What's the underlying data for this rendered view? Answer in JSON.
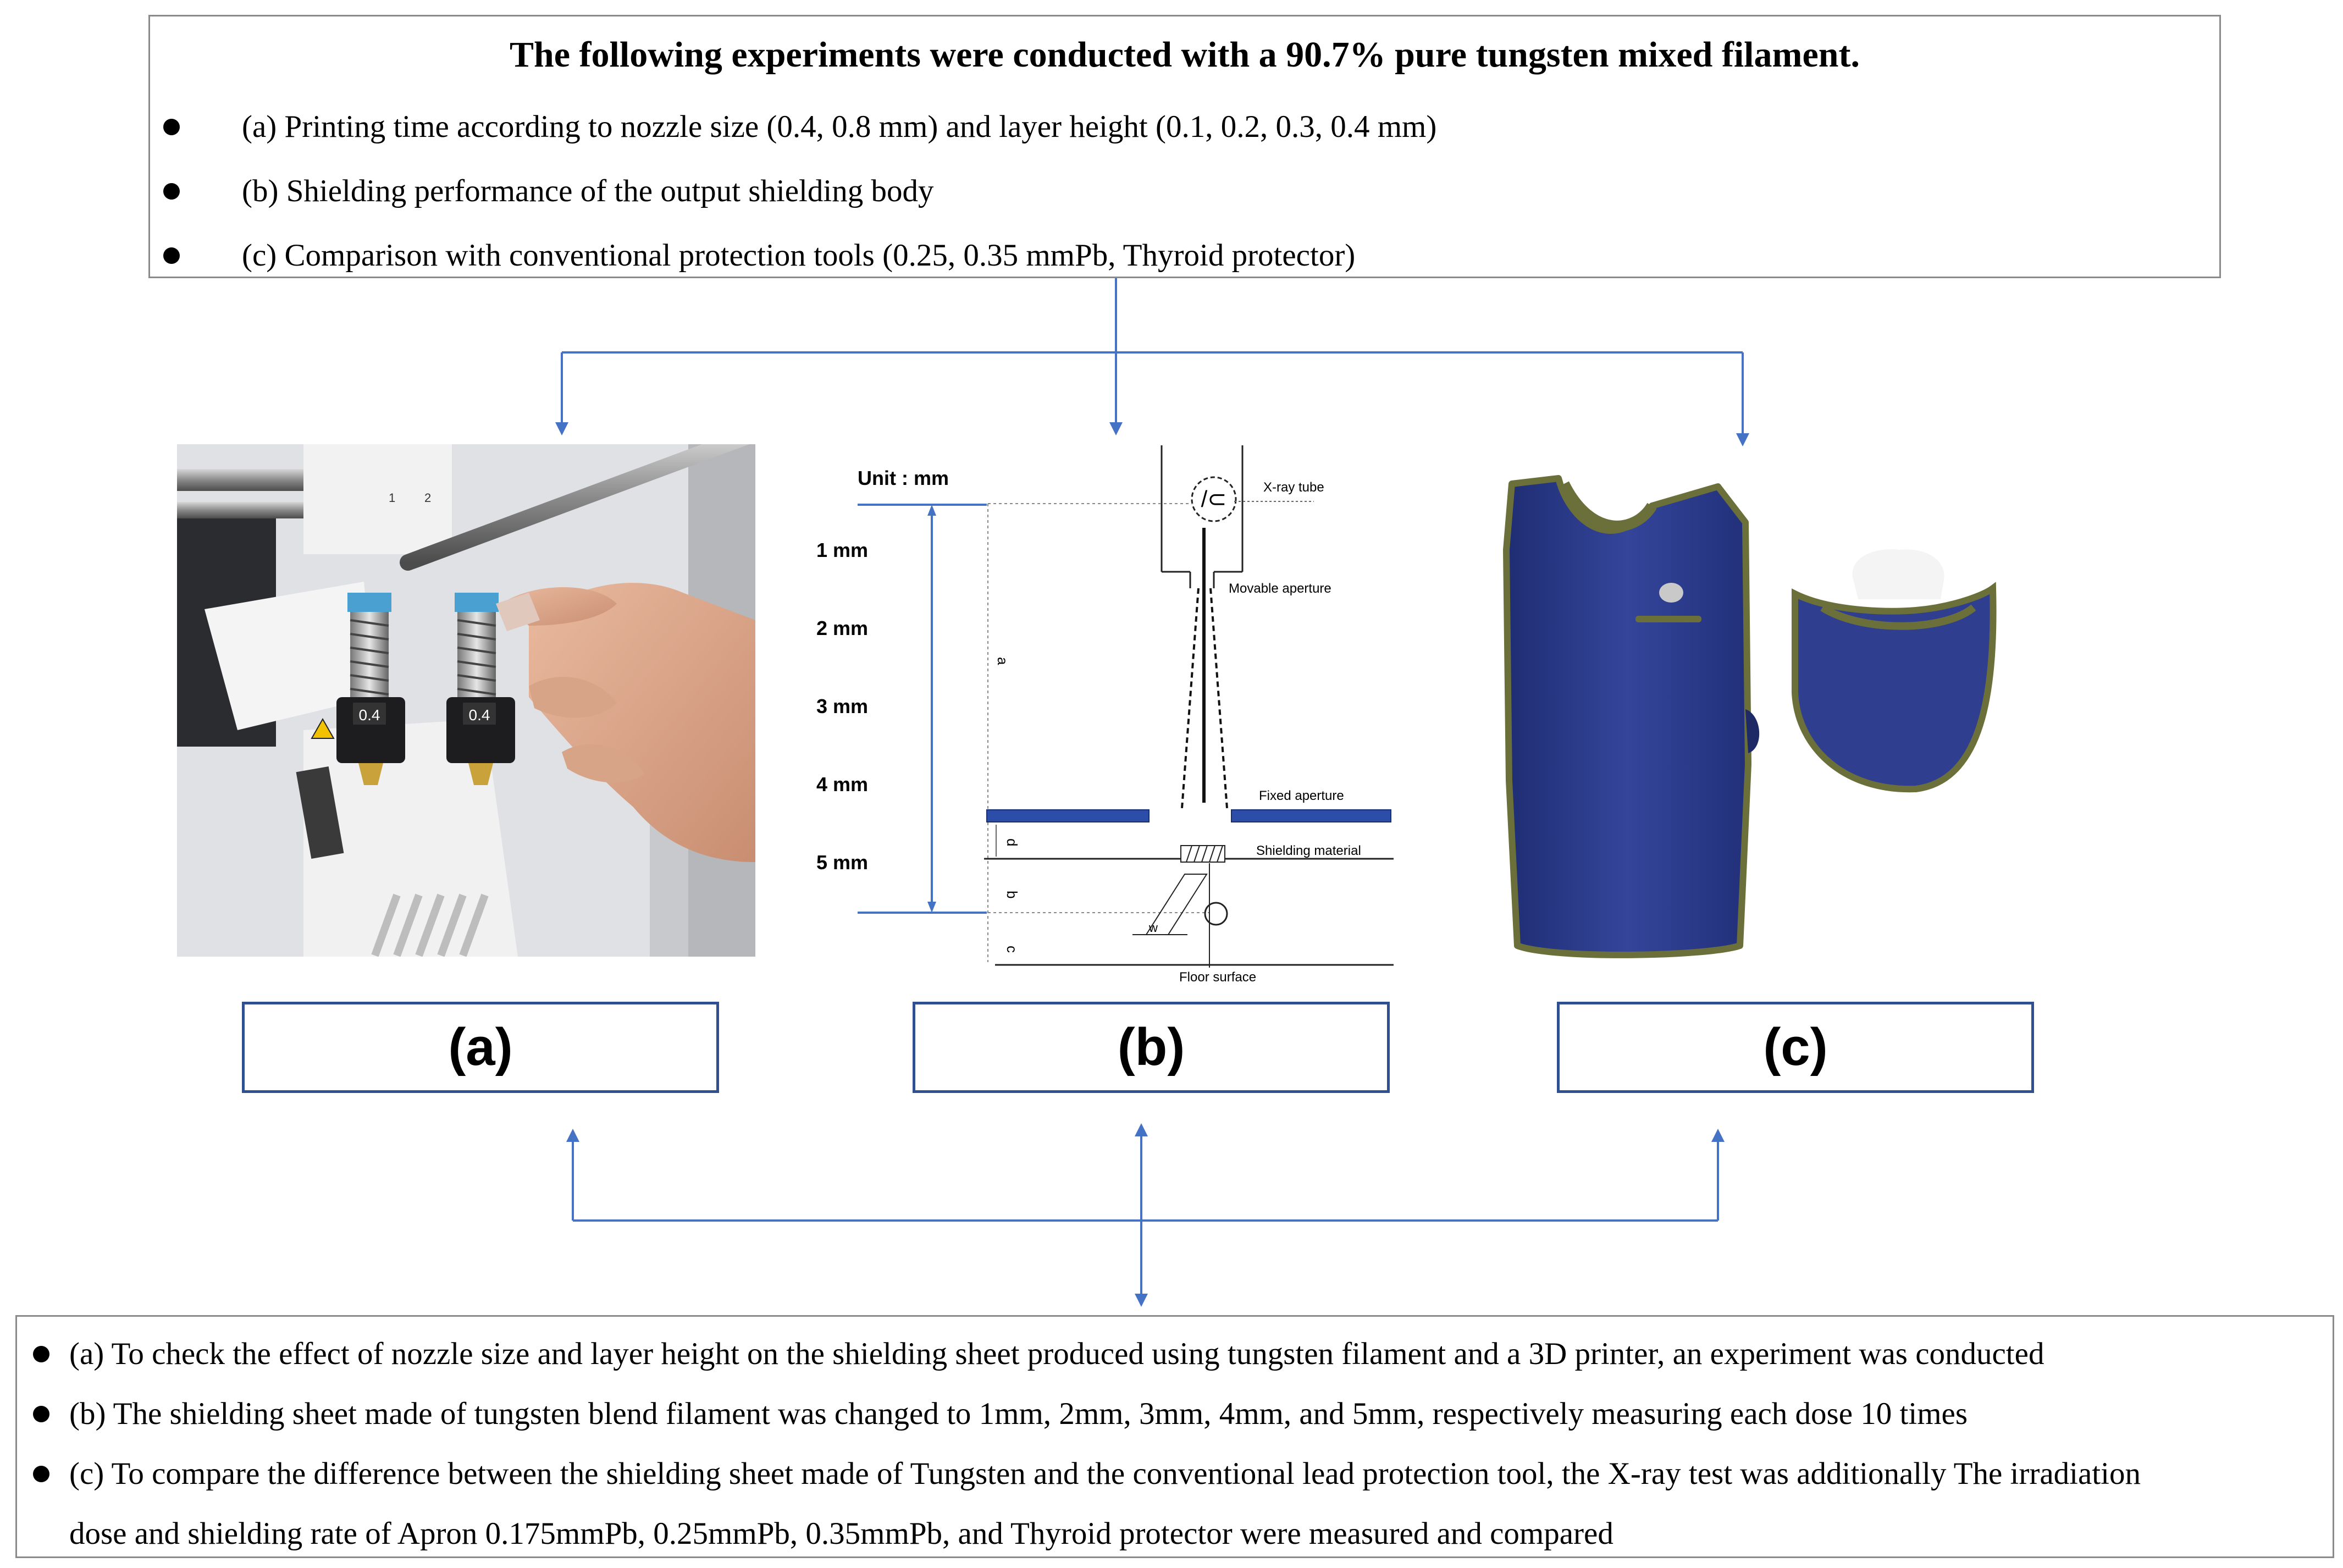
{
  "top": {
    "title": "The following experiments were conducted with a 90.7% pure tungsten mixed filament.",
    "items": [
      "(a)  Printing time according to nozzle size (0.4, 0.8 mm) and layer height (0.1, 0.2, 0.3, 0.4 mm)",
      "(b)  Shielding performance of the output shielding body",
      "(c)  Comparison with conventional protection tools (0.25, 0.35 mmPb, Thyroid protector)"
    ]
  },
  "panel_a": {
    "nozzle_labels": [
      "0.4",
      "0.4"
    ],
    "carriage_marks": [
      "1",
      "2"
    ]
  },
  "panel_b": {
    "unit": "Unit : mm",
    "thickness_labels": [
      "1 mm",
      "2 mm",
      "3 mm",
      "4 mm",
      "5 mm"
    ],
    "xray_tube": "X-ray tube",
    "movable_aperture": "Movable aperture",
    "fixed_aperture": "Fixed aperture",
    "shielding_material": "Shielding material",
    "floor_surface": "Floor surface",
    "dim_a": "a",
    "dim_b": "b",
    "dim_c": "c",
    "dim_d": "d",
    "dim_w": "w"
  },
  "labels": {
    "a": "(a)",
    "b": "(b)",
    "c": "(c)"
  },
  "bottom": {
    "item1": "(a) To check the effect of nozzle size and layer height on the shielding sheet produced using tungsten filament and a 3D printer, an experiment was conducted",
    "item2": "(b) The shielding sheet made of tungsten blend filament was changed to 1mm, 2mm, 3mm, 4mm, and 5mm, respectively measuring each dose 10 times",
    "item3_line1": "(c) To compare the difference between the shielding sheet made of Tungsten and the conventional lead protection tool, the X-ray test was additionally The irradiation",
    "item3_line2": "dose and shielding rate of Apron 0.175mmPb, 0.25mmPb, 0.35mmPb, and Thyroid protector were measured and compared"
  },
  "colors": {
    "arrow": "#4472c4",
    "label_border": "#2f4f8f",
    "apron": "#2b3a86",
    "apron_trim": "#6b6f3a",
    "aperture": "#2d4ea8"
  }
}
